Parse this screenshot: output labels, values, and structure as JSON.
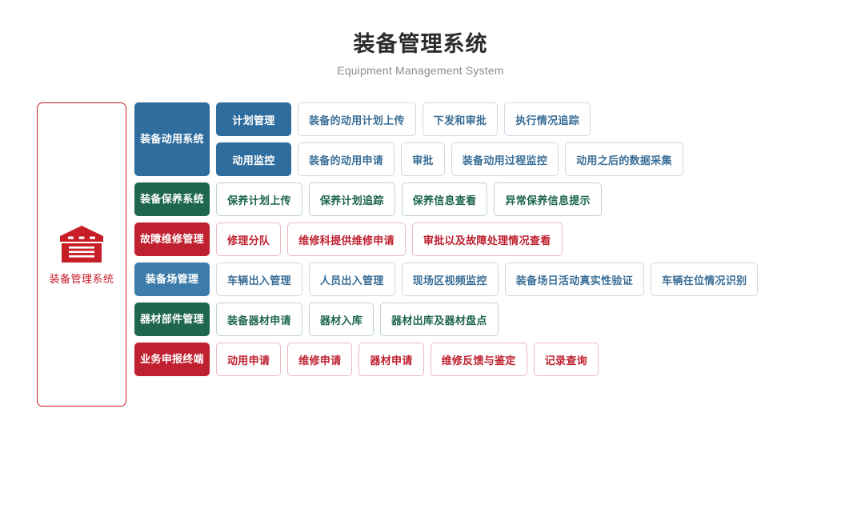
{
  "header": {
    "title": "装备管理系统",
    "subtitle": "Equipment Management System"
  },
  "left_panel": {
    "icon": "warehouse-icon",
    "label": "装备管理系统",
    "border_color": "#c81e28"
  },
  "palette": {
    "blue": "#2e6d9e",
    "blue_light": "#3d7caa",
    "green": "#1e6650",
    "red": "#bf2130",
    "item_border_blue": "#cdd9e3",
    "item_border_green": "#bcd2c9",
    "item_border_red": "#eab9bd"
  },
  "groups": [
    {
      "category": "装备动用系统",
      "color": "blue",
      "subrows": [
        {
          "sub": "计划管理",
          "items": [
            "装备的动用计划上传",
            "下发和审批",
            "执行情况追踪"
          ]
        },
        {
          "sub": "动用监控",
          "items": [
            "装备的动用申请",
            "审批",
            "装备动用过程监控",
            "动用之后的数据采集"
          ]
        }
      ]
    },
    {
      "category": "装备保养系统",
      "color": "green",
      "items": [
        "保养计划上传",
        "保养计划追踪",
        "保养信息查看",
        "异常保养信息提示"
      ]
    },
    {
      "category": "故障维修管理",
      "color": "red",
      "items": [
        "修理分队",
        "维修科提供维修申请",
        "审批以及故障处理情况查看"
      ]
    },
    {
      "category": "装备场管理",
      "color": "blue2",
      "items": [
        "车辆出入管理",
        "人员出入管理",
        "现场区视频监控",
        "装备场日活动真实性验证",
        "车辆在位情况识别"
      ]
    },
    {
      "category": "器材部件管理",
      "color": "green",
      "items": [
        "装备器材申请",
        "器材入库",
        "器材出库及器材盘点"
      ]
    },
    {
      "category": "业务申报终端",
      "color": "red",
      "items": [
        "动用申请",
        "维修申请",
        "器材申请",
        "维修反馈与鉴定",
        "记录查询"
      ]
    }
  ]
}
